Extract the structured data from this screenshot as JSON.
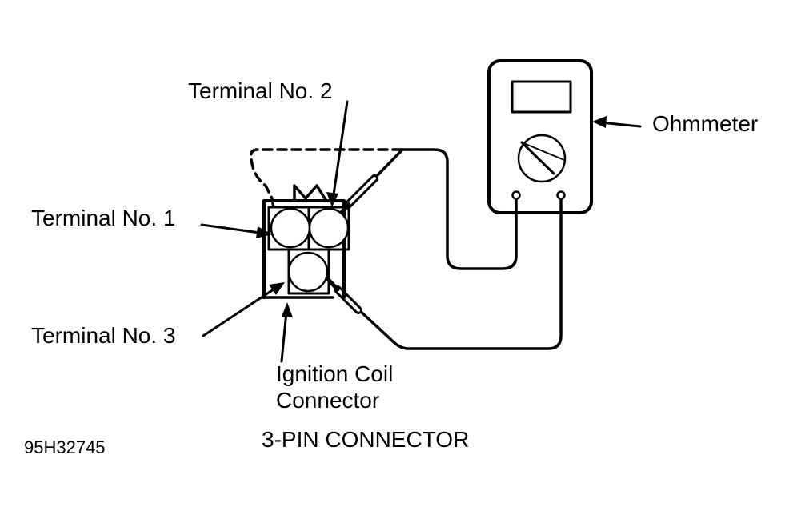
{
  "labels": {
    "terminal_1": "Terminal No. 1",
    "terminal_2": "Terminal No. 2",
    "terminal_3": "Terminal No. 3",
    "ohmmeter": "Ohmmeter",
    "ignition_coil_line1": "Ignition Coil",
    "ignition_coil_line2": "Connector",
    "caption": "3-PIN CONNECTOR",
    "figure_id": "95H32745"
  },
  "colors": {
    "ink": "#000000",
    "background": "#ffffff"
  }
}
